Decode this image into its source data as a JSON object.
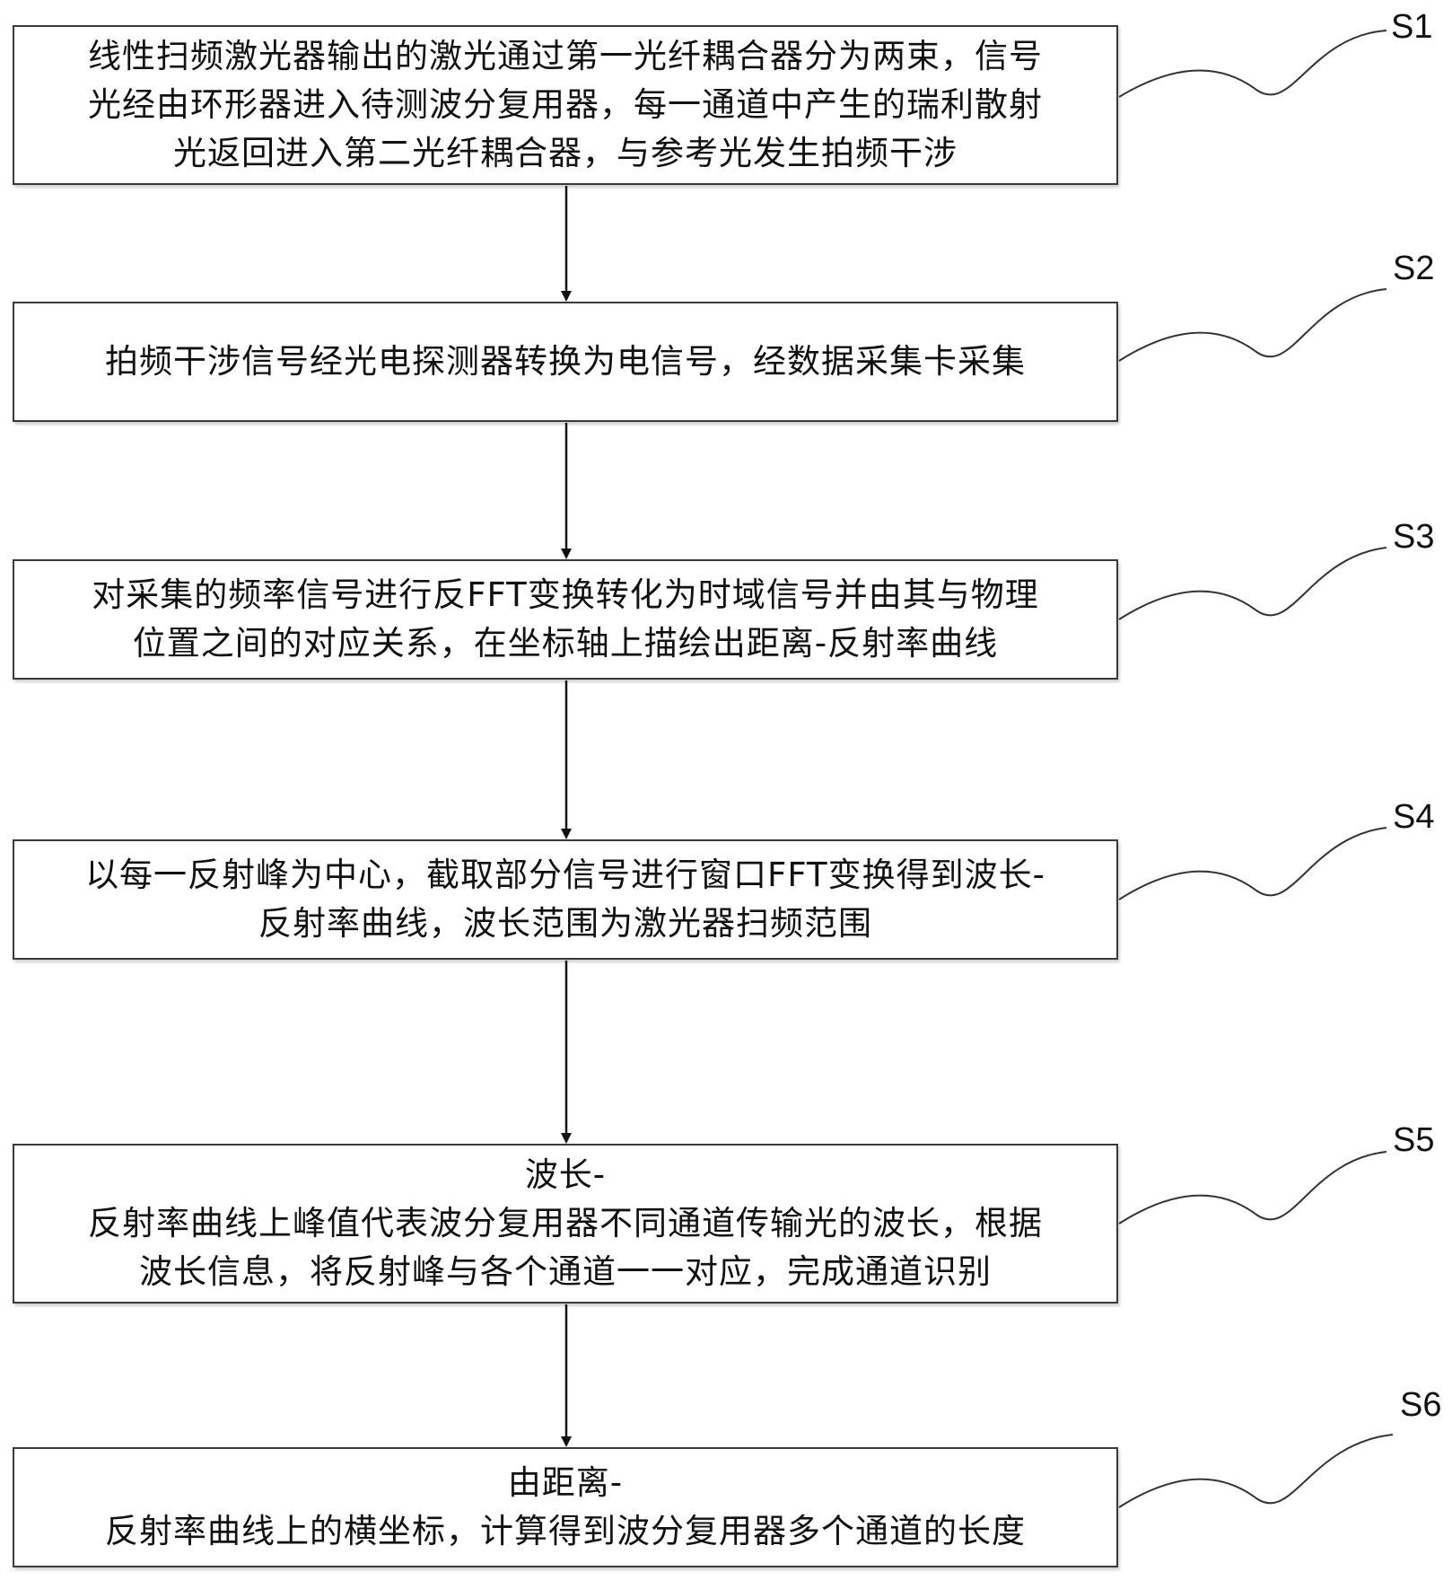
{
  "steps": [
    {
      "id": "S1",
      "label": "S1",
      "text": "线性扫频激光器输出的激光通过第一光纤耦合器分为两束，信号\n光经由环形器进入待测波分复用器，每一通道中产生的瑞利散射\n光返回进入第二光纤耦合器，与参考光发生拍频干涉"
    },
    {
      "id": "S2",
      "label": "S2",
      "text": "拍频干涉信号经光电探测器转换为电信号，经数据采集卡采集"
    },
    {
      "id": "S3",
      "label": "S3",
      "text": "对采集的频率信号进行反FFT变换转化为时域信号并由其与物理\n位置之间的对应关系，在坐标轴上描绘出距离-反射率曲线"
    },
    {
      "id": "S4",
      "label": "S4",
      "text": "以每一反射峰为中心，截取部分信号进行窗口FFT变换得到波长-\n反射率曲线，波长范围为激光器扫频范围"
    },
    {
      "id": "S5",
      "label": "S5",
      "text": "波长-\n反射率曲线上峰值代表波分复用器不同通道传输光的波长，根据\n波长信息，将反射峰与各个通道一一对应，完成通道识别"
    },
    {
      "id": "S6",
      "label": "S6",
      "text": "由距离-\n反射率曲线上的横坐标，计算得到波分复用器多个通道的长度"
    }
  ]
}
